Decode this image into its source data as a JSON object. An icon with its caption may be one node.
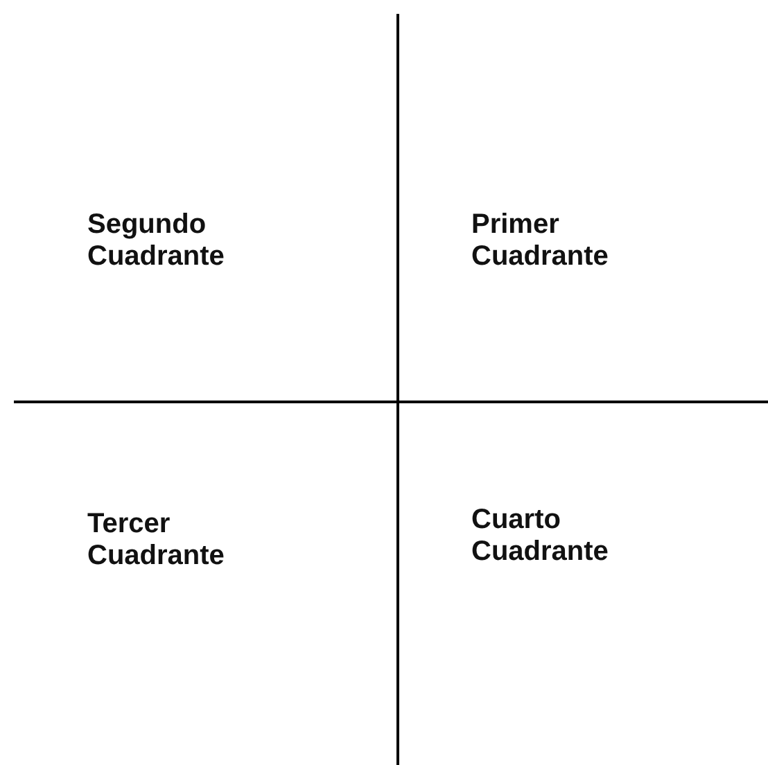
{
  "diagram": {
    "labels": [
      "Segundo Cuadrante",
      "Primer Cuadrante",
      "Tercer Cuadrante",
      "Cuarto Cuadrante"
    ]
  }
}
